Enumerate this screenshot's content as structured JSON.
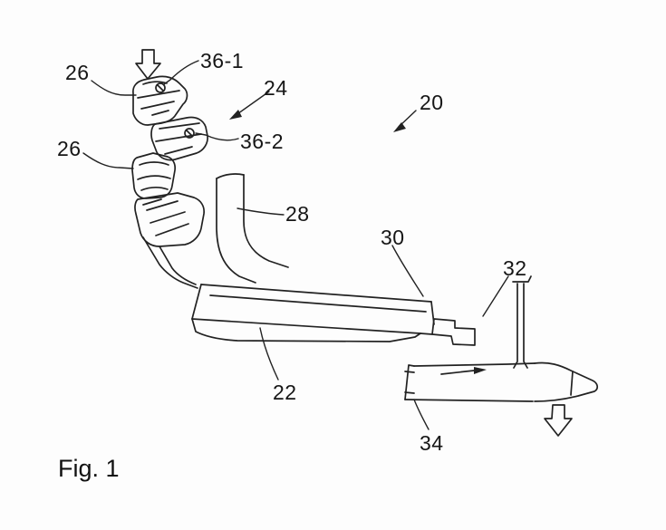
{
  "figure": {
    "caption": "Fig. 1",
    "reference_labels": [
      {
        "id": "26-upper",
        "text": "26"
      },
      {
        "id": "36-1",
        "text": "36-1"
      },
      {
        "id": "24",
        "text": "24"
      },
      {
        "id": "36-2",
        "text": "36-2"
      },
      {
        "id": "26-lower",
        "text": "26"
      },
      {
        "id": "28",
        "text": "28"
      },
      {
        "id": "20",
        "text": "20"
      },
      {
        "id": "30",
        "text": "30"
      },
      {
        "id": "32",
        "text": "32"
      },
      {
        "id": "22",
        "text": "22"
      },
      {
        "id": "34",
        "text": "34"
      }
    ]
  }
}
